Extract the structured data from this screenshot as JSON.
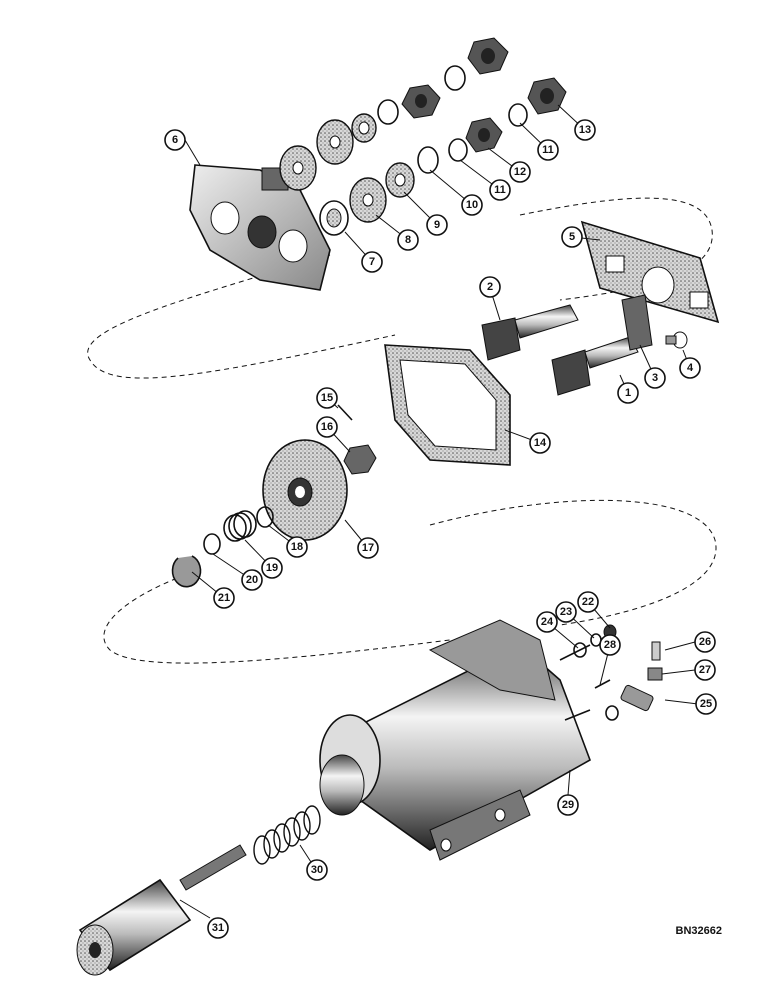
{
  "drawing_code": "BN32662",
  "callouts": [
    "1",
    "2",
    "3",
    "4",
    "5",
    "6",
    "7",
    "8",
    "9",
    "10",
    "11",
    "11",
    "12",
    "13",
    "14",
    "15",
    "16",
    "17",
    "18",
    "19",
    "20",
    "21",
    "22",
    "23",
    "24",
    "25",
    "26",
    "27",
    "28",
    "29",
    "30",
    "31"
  ]
}
